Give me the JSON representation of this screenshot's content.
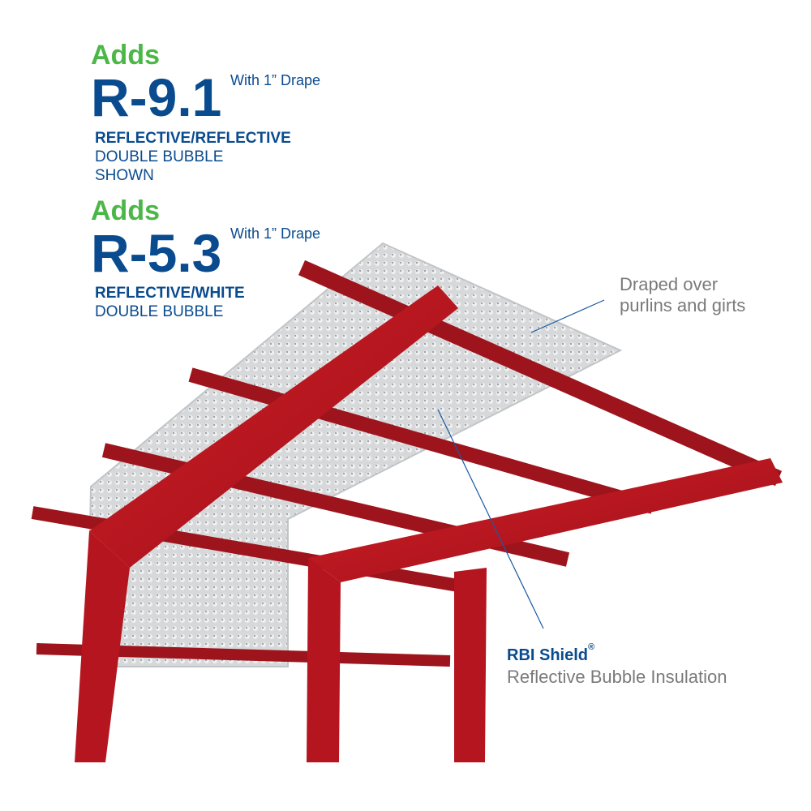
{
  "option1": {
    "adds": "Adds",
    "r_value": "R-9.1",
    "drape_note": "With 1” Drape",
    "type_bold": "REFLECTIVE/REFLECTIVE",
    "type_line2": "DOUBLE BUBBLE",
    "type_line3": "SHOWN"
  },
  "option2": {
    "adds": "Adds",
    "r_value": "R-5.3",
    "drape_note": "With 1” Drape",
    "type_bold": "REFLECTIVE/WHITE",
    "type_line2": "DOUBLE BUBBLE"
  },
  "callout_drape": {
    "line1": "Draped over",
    "line2": "purlins and girts"
  },
  "callout_product": {
    "brand": "RBI Shield",
    "reg": "®",
    "description": "Reflective Bubble Insulation"
  },
  "colors": {
    "green": "#4cb748",
    "blue": "#0a4b8f",
    "steel_red": "#b0141e",
    "gray_text": "#7a7a7a"
  }
}
